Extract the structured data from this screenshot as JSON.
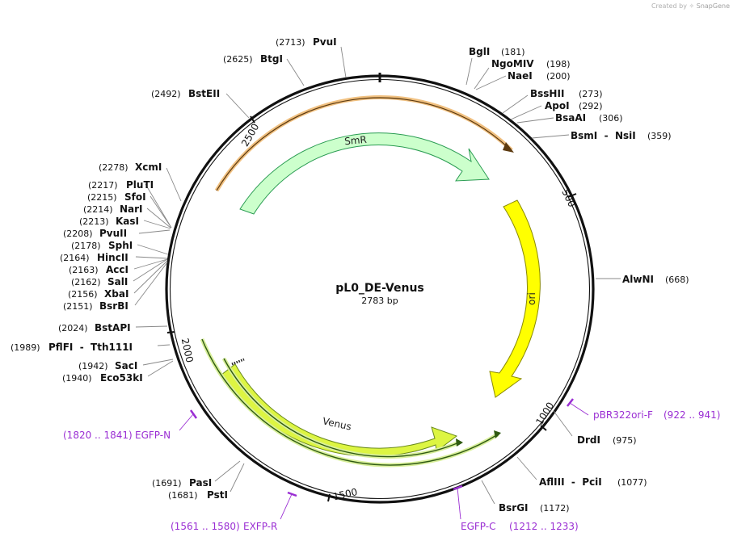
{
  "credit": {
    "prefix": "Created by",
    "brand": "SnapGene"
  },
  "plasmid": {
    "name": "pL0_DE-Venus",
    "size_label": "2783 bp",
    "length": 2783
  },
  "ticks": [
    {
      "pos": 500,
      "label": "500"
    },
    {
      "pos": 1000,
      "label": "1000"
    },
    {
      "pos": 1500,
      "label": "1500"
    },
    {
      "pos": 2000,
      "label": "2000"
    },
    {
      "pos": 2500,
      "label": "2500"
    }
  ],
  "sites": [
    {
      "pos": 181,
      "name": "BglI",
      "pos_label": "(181)"
    },
    {
      "pos": 198,
      "name": "NgoMIV",
      "pos_label": "(198)"
    },
    {
      "pos": 200,
      "name": "NaeI",
      "pos_label": "(200)"
    },
    {
      "pos": 273,
      "name": "BssHII",
      "pos_label": "(273)"
    },
    {
      "pos": 292,
      "name": "ApoI",
      "pos_label": "(292)"
    },
    {
      "pos": 306,
      "name": "BsaAI",
      "pos_label": "(306)"
    },
    {
      "pos": 359,
      "name": "BsmI  -  NsiI",
      "pos_label": "(359)"
    },
    {
      "pos": 668,
      "name": "AlwNI",
      "pos_label": "(668)"
    },
    {
      "pos": 975,
      "name": "DrdI",
      "pos_label": "(975)"
    },
    {
      "pos": 1077,
      "name": "AflIII  -  PciI",
      "pos_label": "(1077)"
    },
    {
      "pos": 1172,
      "name": "BsrGI",
      "pos_label": "(1172)"
    },
    {
      "pos": 1681,
      "name": "PstI",
      "pos_label": "(1681)"
    },
    {
      "pos": 1691,
      "name": "PasI",
      "pos_label": "(1691)"
    },
    {
      "pos": 1940,
      "name": "Eco53kI",
      "pos_label": "(1940)"
    },
    {
      "pos": 1942,
      "name": "SacI",
      "pos_label": "(1942)"
    },
    {
      "pos": 1989,
      "name": "PflFI  -  Tth111I",
      "pos_label": "(1989)"
    },
    {
      "pos": 2024,
      "name": "BstAPI",
      "pos_label": "(2024)"
    },
    {
      "pos": 2151,
      "name": "BsrBI",
      "pos_label": "(2151)"
    },
    {
      "pos": 2156,
      "name": "XbaI",
      "pos_label": "(2156)"
    },
    {
      "pos": 2162,
      "name": "SalI",
      "pos_label": "(2162)"
    },
    {
      "pos": 2163,
      "name": "AccI",
      "pos_label": "(2163)"
    },
    {
      "pos": 2164,
      "name": "HincII",
      "pos_label": "(2164)"
    },
    {
      "pos": 2178,
      "name": "SphI",
      "pos_label": "(2178)"
    },
    {
      "pos": 2208,
      "name": "PvuII",
      "pos_label": "(2208)"
    },
    {
      "pos": 2213,
      "name": "KasI",
      "pos_label": "(2213)"
    },
    {
      "pos": 2214,
      "name": "NarI",
      "pos_label": "(2214)"
    },
    {
      "pos": 2215,
      "name": "SfoI",
      "pos_label": "(2215)"
    },
    {
      "pos": 2217,
      "name": "PluTI",
      "pos_label": "(2217)"
    },
    {
      "pos": 2278,
      "name": "XcmI",
      "pos_label": "(2278)"
    },
    {
      "pos": 2492,
      "name": "BstEII",
      "pos_label": "(2492)"
    },
    {
      "pos": 2625,
      "name": "BtgI",
      "pos_label": "(2625)"
    },
    {
      "pos": 2713,
      "name": "PvuI",
      "pos_label": "(2713)"
    }
  ],
  "primers": [
    {
      "start": 922,
      "end": 941,
      "name": "pBR322ori-F",
      "range_label": "(922 .. 941)"
    },
    {
      "start": 1212,
      "end": 1233,
      "name": "EGFP-C",
      "range_label": "(1212 .. 1233)"
    },
    {
      "start": 1561,
      "end": 1580,
      "name": "EXFP-R",
      "range_label": "(1561 .. 1580)"
    },
    {
      "start": 1820,
      "end": 1841,
      "name": "EGFP-N",
      "range_label": "(1820 .. 1841)"
    }
  ],
  "features": [
    {
      "name": "SmR",
      "color": "#ccffcc"
    },
    {
      "name": "ori",
      "color": "#ffff00"
    },
    {
      "name": "Venus",
      "color": "#ddf542"
    }
  ],
  "colors": {
    "primer": "#9a2ed3",
    "backbone": "#111111",
    "highlight": "#f0c080",
    "inner_arc": "#3c6e1e"
  }
}
